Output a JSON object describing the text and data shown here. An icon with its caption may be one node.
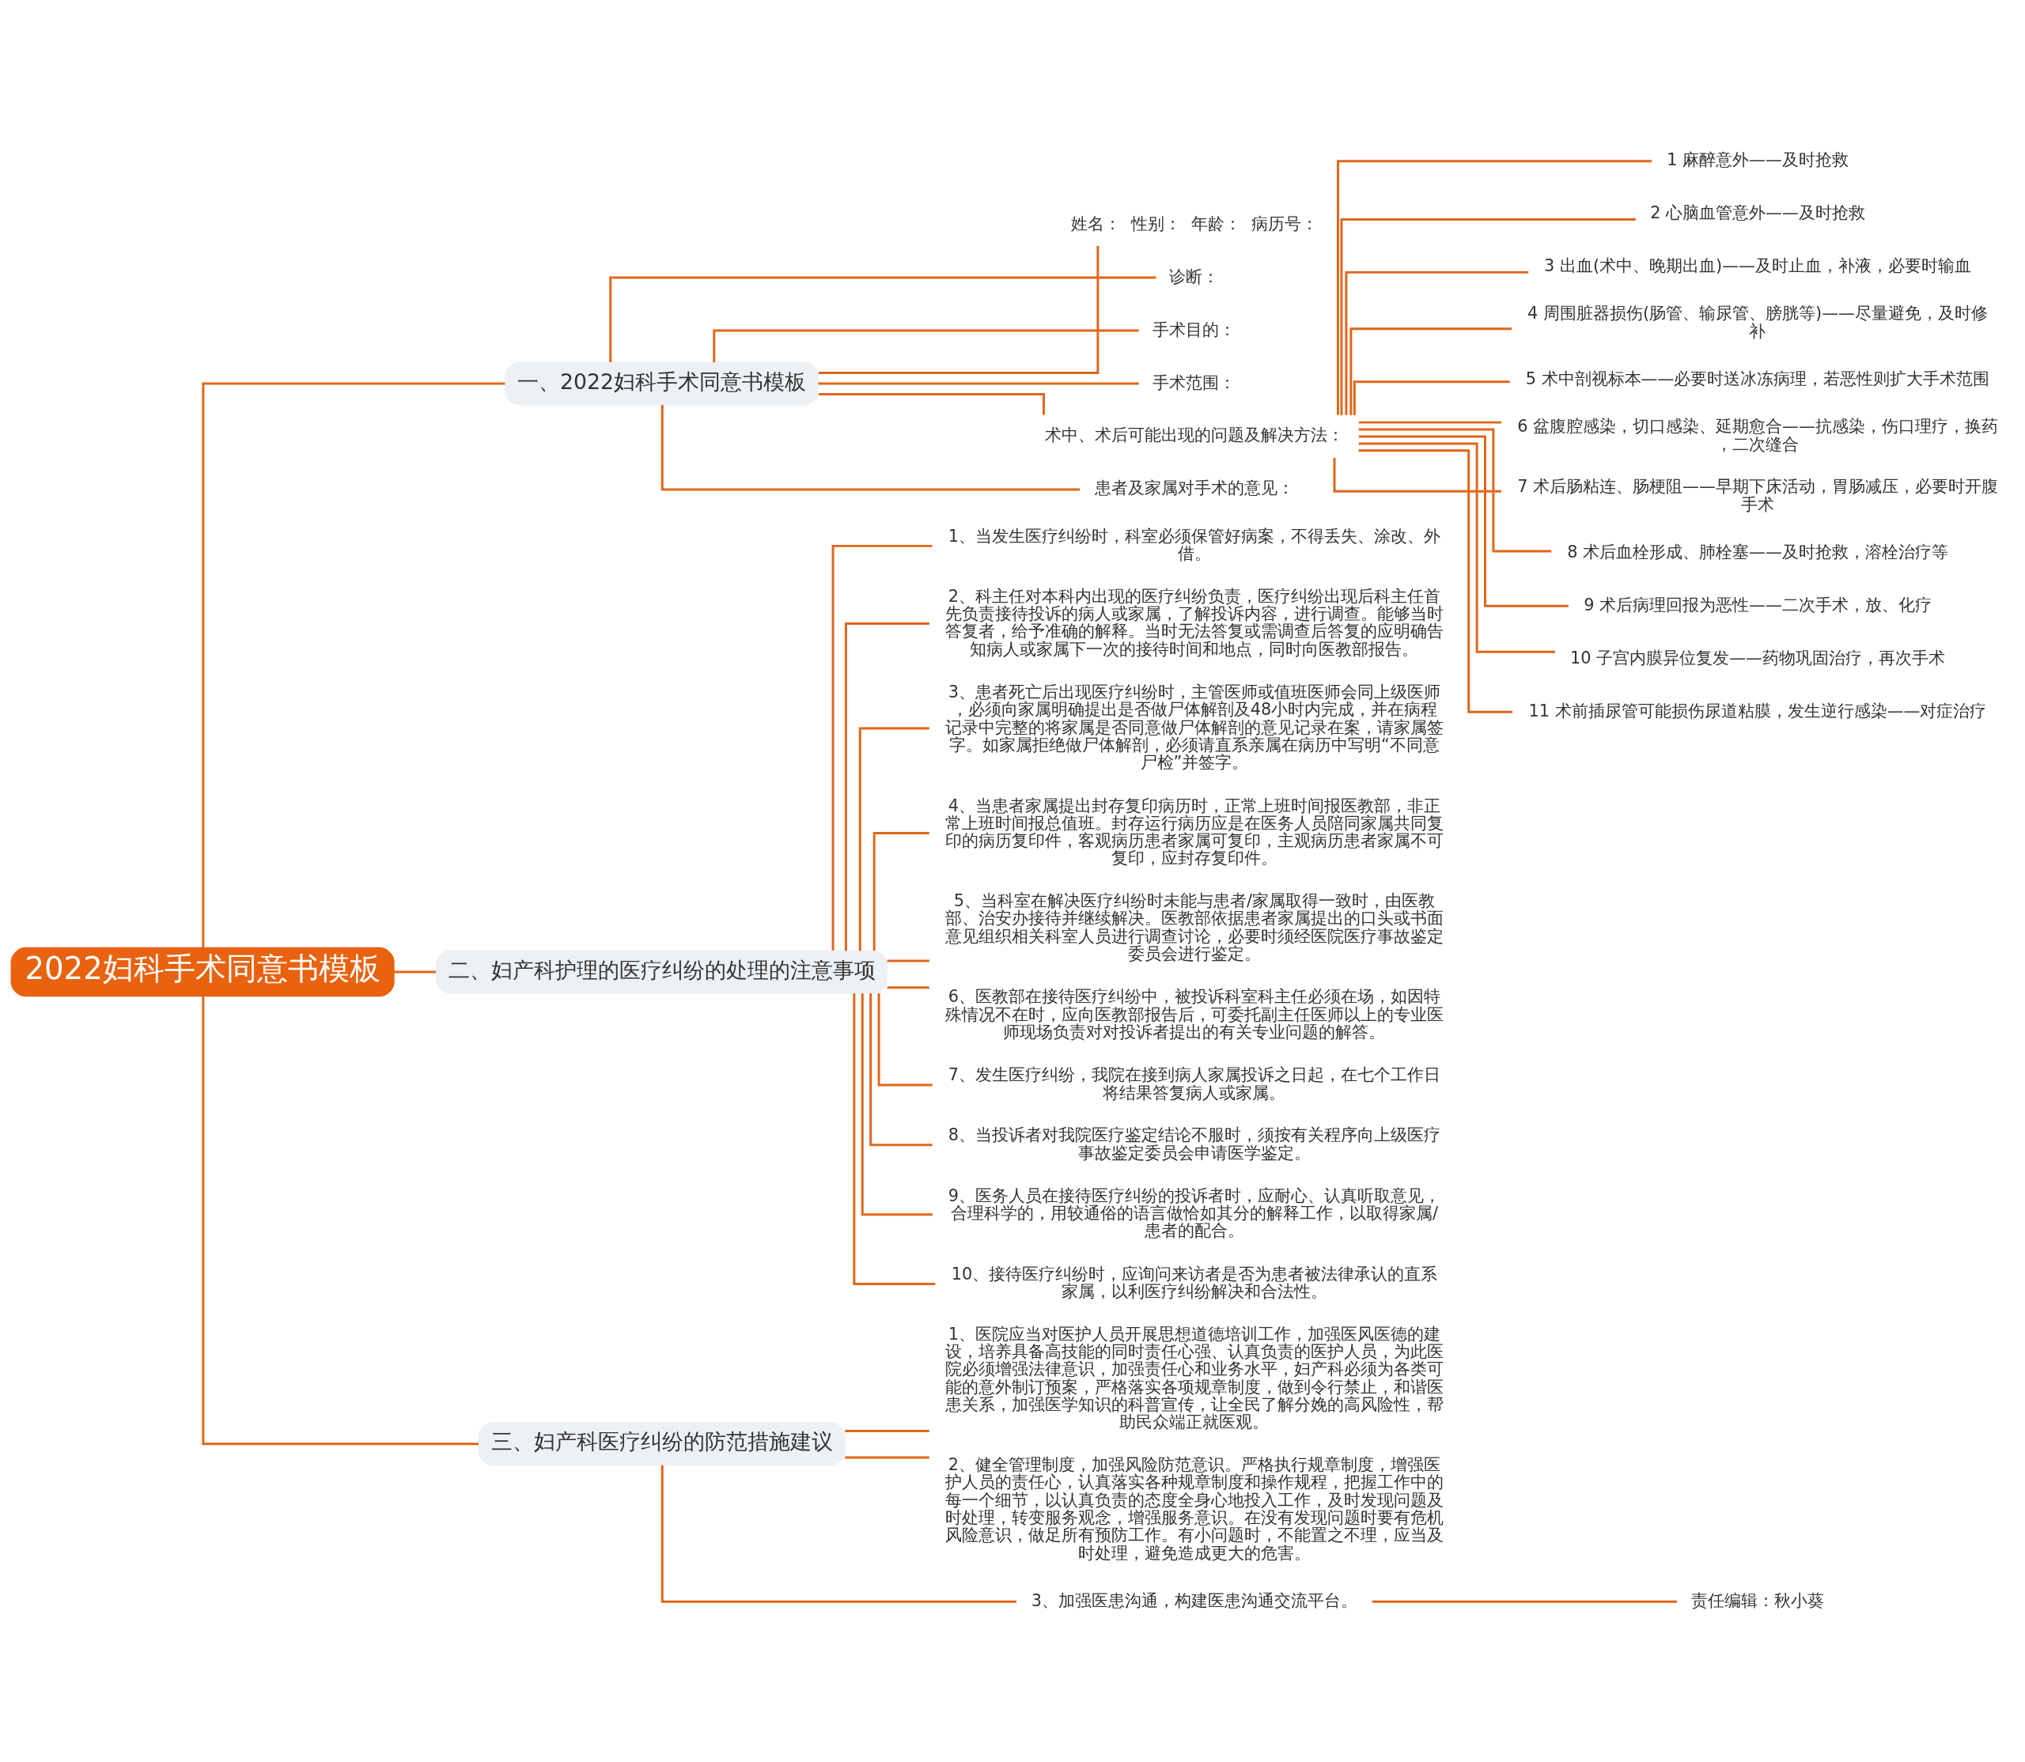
{
  "diagram": {
    "nodes": [
      {
        "text": [
          "2022妇科手术同意书模板"
        ]
      },
      {
        "text": [
          "一、2022妇科手术同意书模板"
        ]
      },
      {
        "text": [
          "姓名：  性别：  年龄：  病历号："
        ]
      },
      {
        "text": [
          "诊断："
        ]
      },
      {
        "text": [
          "手术目的："
        ]
      },
      {
        "text": [
          "手术范围："
        ]
      },
      {
        "text": [
          "术中、术后可能出现的问题及解决方法："
        ]
      },
      {
        "text": [
          "1 麻醉意外——及时抢救"
        ]
      },
      {
        "text": [
          "2 心脑血管意外——及时抢救"
        ]
      },
      {
        "text": [
          "3 出血(术中、晚期出血)——及时止血，补液，必要时输血"
        ]
      },
      {
        "text": [
          "4 周围脏器损伤(肠管、输尿管、膀胱等)——尽量避免，及时修补"
        ]
      },
      {
        "text": [
          "5 术中剖视标本——必要时送冰冻病理，若恶性则扩大手术范围"
        ]
      },
      {
        "text": [
          "6 盆腹腔感染，切口感染、延期愈合——抗感染，伤口理疗，换药，二次缝合"
        ]
      },
      {
        "text": [
          "7 术后肠粘连、肠梗阻——早期下床活动，胃肠减压，必要时开腹手术"
        ]
      },
      {
        "text": [
          "8 术后血栓形成、肺栓塞——及时抢救，溶栓治疗等"
        ]
      },
      {
        "text": [
          "9 术后病理回报为恶性——二次手术，放、化疗"
        ]
      },
      {
        "text": [
          "10 子宫内膜异位复发——药物巩固治疗，再次手术"
        ]
      },
      {
        "text": [
          "11 术前插尿管可能损伤尿道粘膜，发生逆行感染——对症治疗"
        ]
      },
      {
        "text": [
          "患者及家属对手术的意见："
        ]
      },
      {
        "text": [
          "二、妇产科护理的医疗纠纷的处理的注意事项"
        ]
      },
      {
        "text": [
          "1、当发生医疗纠纷时，科室必须保管好病案，不得丢失、涂改、外借。"
        ]
      },
      {
        "text": [
          "2、科主任对本科内出现的医疗纠纷负责，医疗纠纷出现后科主任首先负责接待投诉的病人或家属，了解投诉内容，进行调查。能够当时答复者，给予准确的解释。当时无法答复或需调查后答复的应明确告知病人或家属下一次的接待时间和地点，同时向医教部报告。"
        ]
      },
      {
        "text": [
          "3、患者死亡后出现医疗纠纷时，主管医师或值班医师会同上级医师，必须向家属明确提出是否做尸体解剖及48小时内完成，并在病程记录中完整的将家属是否同意做尸体解剖的意见记录在案，请家属签字。如家属拒绝做尸体解剖，必须请直系亲属在病历中写明“不同意尸检”并签字。"
        ]
      },
      {
        "text": [
          "4、当患者家属提出封存复印病历时，正常上班时间报医教部，非正常上班时间报总值班。封存运行病历应是在医务人员陪同家属共同复印的病历复印件，客观病历患者家属可复印，主观病历患者家属不可复印，应封存复印件。"
        ]
      },
      {
        "text": [
          "5、当科室在解决医疗纠纷时未能与患者/家属取得一致时，由医教部、治安办接待并继续解决。医教部依据患者家属提出的口头或书面意见组织相关科室人员进行调查讨论，必要时须经医院医疗事故鉴定委员会进行鉴定。"
        ]
      },
      {
        "text": [
          "6、医教部在接待医疗纠纷中，被投诉科室科主任必须在场，如因特殊情况不在时，应向医教部报告后，可委托副主任医师以上的专业医师现场负责对对投诉者提出的有关专业问题的解答。"
        ]
      },
      {
        "text": [
          "7、发生医疗纠纷，我院在接到病人家属投诉之日起，在七个工作日将结果答复病人或家属。"
        ]
      },
      {
        "text": [
          "8、当投诉者对我院医疗鉴定结论不服时，须按有关程序向上级医疗事故鉴定委员会申请医学鉴定。"
        ]
      },
      {
        "text": [
          "9、医务人员在接待医疗纠纷的投诉者时，应耐心、认真听取意见，合理科学的，用较通俗的语言做恰如其分的解释工作，以取得家属/患者的配合。"
        ]
      },
      {
        "text": [
          "10、接待医疗纠纷时，应询问来访者是否为患者被法律承认的直系家属，以利医疗纠纷解决和合法性。"
        ]
      },
      {
        "text": [
          "三、妇产科医疗纠纷的防范措施建议"
        ]
      },
      {
        "text": [
          "1、医院应当对医护人员开展思想道德培训工作，加强医风医德的建设，培养具备高技能的同时责任心强、认真负责的医护人员，为此医院必须增强法律意识，加强责任心和业务水平，妇产科必须为各类可能的意外制订预案，严格落实各项规章制度，做到令行禁止，和谐医患关系，加强医学知识的科普宣传，让全民了解分娩的高风险性，帮助民众端正就医观。"
        ]
      },
      {
        "text": [
          "2、健全管理制度，加强风险防范意识。严格执行规章制度，增强医护人员的责任心，认真落实各种规章制度和操作规程，把握工作中的每一个细节，以认真负责的态度全身心地投入工作，及时发现问题及时处理，转变服务观念，增强服务意识。在没有发现问题时要有危机风险意识，做足所有预防工作。有小问题时，不能置之不理，应当及时处理，避免造成更大的危害。"
        ]
      },
      {
        "text": [
          "3、加强医患沟通，构建医患沟通交流平台。"
        ]
      },
      {
        "text": [
          "责任编辑：秋小葵"
        ]
      }
    ],
    "edges": [
      {
        "from": 0,
        "to": 1,
        "arrow": "none"
      },
      {
        "from": 1,
        "to": 2,
        "arrow": "none"
      },
      {
        "from": 1,
        "to": 3,
        "arrow": "none"
      },
      {
        "from": 1,
        "to": 4,
        "arrow": "none"
      },
      {
        "from": 1,
        "to": 5,
        "arrow": "none"
      },
      {
        "from": 1,
        "to": 6,
        "arrow": "none"
      },
      {
        "from": 6,
        "to": 7,
        "arrow": "none"
      },
      {
        "from": 6,
        "to": 8,
        "arrow": "none"
      },
      {
        "from": 6,
        "to": 9,
        "arrow": "none"
      },
      {
        "from": 6,
        "to": 10,
        "arrow": "none"
      },
      {
        "from": 6,
        "to": 11,
        "arrow": "none"
      },
      {
        "from": 6,
        "to": 12,
        "arrow": "none"
      },
      {
        "from": 6,
        "to": 13,
        "arrow": "none"
      },
      {
        "from": 6,
        "to": 14,
        "arrow": "none"
      },
      {
        "from": 6,
        "to": 15,
        "arrow": "none"
      },
      {
        "from": 6,
        "to": 16,
        "arrow": "none"
      },
      {
        "from": 6,
        "to": 17,
        "arrow": "none"
      },
      {
        "from": 1,
        "to": 18,
        "arrow": "none"
      },
      {
        "from": 0,
        "to": 19,
        "arrow": "none"
      },
      {
        "from": 19,
        "to": 20,
        "arrow": "none"
      },
      {
        "from": 19,
        "to": 21,
        "arrow": "none"
      },
      {
        "from": 19,
        "to": 22,
        "arrow": "none"
      },
      {
        "from": 19,
        "to": 23,
        "arrow": "none"
      },
      {
        "from": 19,
        "to": 24,
        "arrow": "none"
      },
      {
        "from": 19,
        "to": 25,
        "arrow": "none"
      },
      {
        "from": 19,
        "to": 26,
        "arrow": "none"
      },
      {
        "from": 19,
        "to": 27,
        "arrow": "none"
      },
      {
        "from": 19,
        "to": 28,
        "arrow": "none"
      },
      {
        "from": 19,
        "to": 29,
        "arrow": "none"
      },
      {
        "from": 0,
        "to": 30,
        "arrow": "none"
      },
      {
        "from": 30,
        "to": 31,
        "arrow": "none"
      },
      {
        "from": 30,
        "to": 32,
        "arrow": "none"
      },
      {
        "from": 30,
        "to": 33,
        "arrow": "none"
      },
      {
        "from": 33,
        "to": 34,
        "arrow": "none"
      }
    ]
  }
}
